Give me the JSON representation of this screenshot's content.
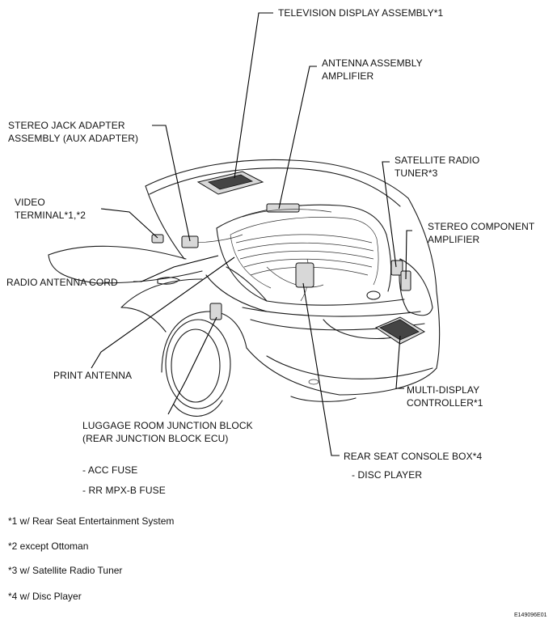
{
  "labels": {
    "television_display": "TELEVISION DISPLAY ASSEMBLY*1",
    "antenna_amp_1": "ANTENNA ASSEMBLY",
    "antenna_amp_2": "AMPLIFIER",
    "stereo_jack_1": "STEREO JACK ADAPTER",
    "stereo_jack_2": "ASSEMBLY (AUX ADAPTER)",
    "satellite_1": "SATELLITE RADIO",
    "satellite_2": "TUNER*3",
    "video_1": "VIDEO",
    "video_2": "TERMINAL*1,*2",
    "stereo_comp_1": "STEREO COMPONENT",
    "stereo_comp_2": "AMPLIFIER",
    "radio_cord": "RADIO ANTENNA CORD",
    "print_antenna": "PRINT ANTENNA",
    "multi_display_1": "MULTI-DISPLAY",
    "multi_display_2": "CONTROLLER*1",
    "luggage_1": "LUGGAGE ROOM JUNCTION BLOCK",
    "luggage_2": "(REAR JUNCTION BLOCK ECU)",
    "rear_console": "REAR SEAT CONSOLE BOX*4",
    "disc_player": "- DISC PLAYER",
    "acc_fuse": "- ACC FUSE",
    "rr_fuse": "- RR MPX-B FUSE"
  },
  "notes": [
    "*1  w/ Rear Seat Entertainment System",
    "*2  except Ottoman",
    "*3  w/ Satellite Radio Tuner",
    "*4  w/ Disc Player"
  ],
  "figure_code": "E149096E01"
}
